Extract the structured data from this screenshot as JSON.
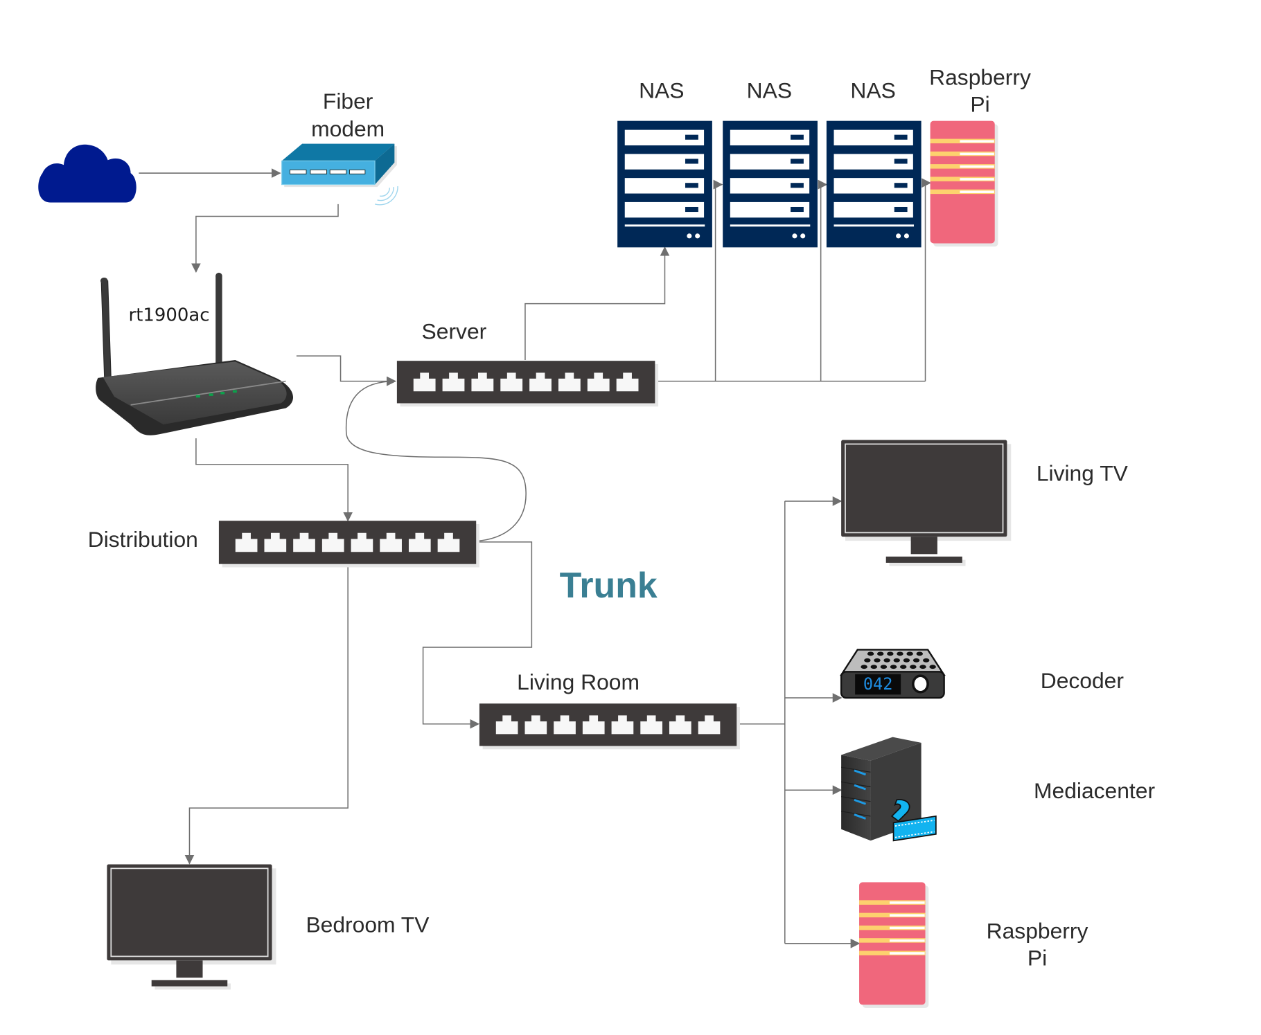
{
  "diagram": {
    "type": "home network topology",
    "colors": {
      "cloud": "#001a8f",
      "modem_front": "#45b0e0",
      "modem_top": "#0f78a5",
      "switch": "#3e3a3a",
      "nas": "#002856",
      "raspberry_pi": "#f0677c",
      "raspberry_pi_stripe": "#fdd16e",
      "trunk_text": "#3a7f93",
      "connector": "#6f6f6f"
    },
    "nodes": {
      "internet": {
        "label": "",
        "icon": "cloud-icon"
      },
      "fiber_modem": {
        "label_line1": "Fiber",
        "label_line2": "modem",
        "icon": "modem-icon"
      },
      "router": {
        "label": "rt1900ac",
        "icon": "wifi-router-icon"
      },
      "server_switch": {
        "label": "Server",
        "ports": 8,
        "icon": "switch-icon"
      },
      "nas1": {
        "label": "NAS",
        "icon": "nas-icon"
      },
      "nas2": {
        "label": "NAS",
        "icon": "nas-icon"
      },
      "nas3": {
        "label": "NAS",
        "icon": "nas-icon"
      },
      "rpi_top": {
        "label_line1": "Raspberry",
        "label_line2": "Pi",
        "icon": "raspberry-pi-icon"
      },
      "distribution_switch": {
        "label": "Distribution",
        "ports": 8,
        "icon": "switch-icon"
      },
      "living_room_switch": {
        "label": "Living Room",
        "ports": 8,
        "icon": "switch-icon"
      },
      "living_tv": {
        "label": "Living TV",
        "icon": "tv-icon"
      },
      "decoder": {
        "label": "Decoder",
        "display": "042",
        "icon": "decoder-icon"
      },
      "mediacenter": {
        "label": "Mediacenter",
        "icon": "tower-server-icon"
      },
      "rpi_bottom": {
        "label_line1": "Raspberry",
        "label_line2": "Pi",
        "icon": "raspberry-pi-icon"
      },
      "bedroom_tv": {
        "label": "Bedroom TV",
        "icon": "tv-icon"
      }
    },
    "annotations": {
      "trunk": "Trunk"
    },
    "edges": [
      {
        "from": "internet",
        "to": "fiber_modem"
      },
      {
        "from": "fiber_modem",
        "to": "router"
      },
      {
        "from": "router",
        "to": "server_switch"
      },
      {
        "from": "router",
        "to": "distribution_switch"
      },
      {
        "from": "distribution_switch",
        "to": "server_switch",
        "style": "curved"
      },
      {
        "from": "server_switch",
        "to": "nas1"
      },
      {
        "from": "server_switch",
        "to": "nas2"
      },
      {
        "from": "server_switch",
        "to": "nas3"
      },
      {
        "from": "server_switch",
        "to": "rpi_top"
      },
      {
        "from": "distribution_switch",
        "to": "living_room_switch",
        "label": "Trunk"
      },
      {
        "from": "distribution_switch",
        "to": "bedroom_tv"
      },
      {
        "from": "living_room_switch",
        "to": "living_tv"
      },
      {
        "from": "living_room_switch",
        "to": "decoder"
      },
      {
        "from": "living_room_switch",
        "to": "mediacenter"
      },
      {
        "from": "living_room_switch",
        "to": "rpi_bottom"
      }
    ]
  }
}
